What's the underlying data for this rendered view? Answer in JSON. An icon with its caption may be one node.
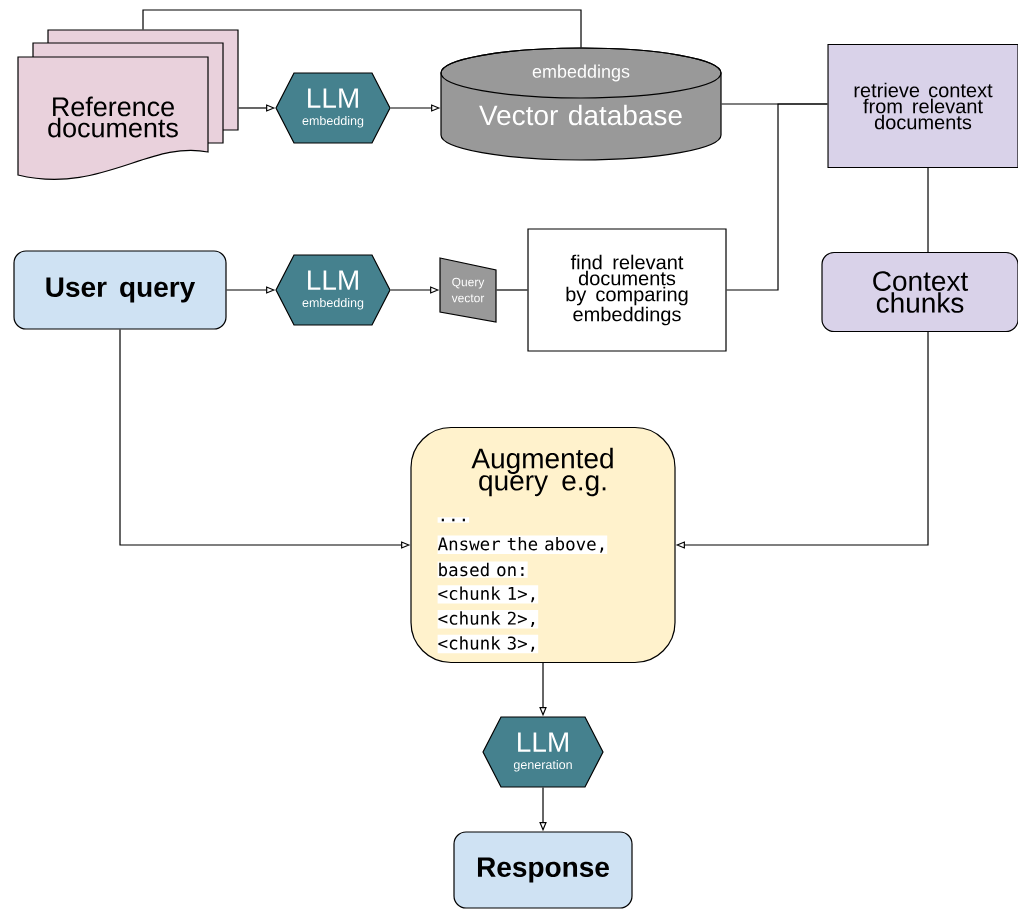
{
  "diagram": {
    "nodes": [
      {
        "text": [
          "Reference documents"
        ]
      },
      {
        "text": [
          "LLM",
          "embedding"
        ]
      },
      {
        "text": [
          "embeddings",
          "Vector database"
        ]
      },
      {
        "text": [
          "retrieve context from relevant documents"
        ]
      },
      {
        "text": [
          "User query"
        ]
      },
      {
        "text": [
          "LLM",
          "embedding"
        ]
      },
      {
        "text": [
          "Query vector"
        ]
      },
      {
        "text": [
          "find relevant documents by comparing embeddings"
        ]
      },
      {
        "text": [
          "Context chunks"
        ]
      },
      {
        "text": [
          "Augmented query e.g.",
          "...",
          "Answer the above,",
          "based on:",
          "<chunk 1>,",
          "<chunk 2>,",
          "<chunk 3>,"
        ]
      },
      {
        "text": [
          "LLM",
          "generation"
        ]
      },
      {
        "text": [
          "Response"
        ]
      }
    ],
    "edges": [
      {
        "from": 0,
        "to": 1,
        "arrow": "to"
      },
      {
        "from": 1,
        "to": 2,
        "arrow": "to"
      },
      {
        "from": 0,
        "to": 2,
        "arrow": "none"
      },
      {
        "from": 2,
        "to": 3,
        "arrow": "none"
      },
      {
        "from": 4,
        "to": 5,
        "arrow": "to"
      },
      {
        "from": 5,
        "to": 6,
        "arrow": "to"
      },
      {
        "from": 6,
        "to": 7,
        "arrow": "none"
      },
      {
        "from": 7,
        "to": 3,
        "arrow": "none"
      },
      {
        "from": 3,
        "to": 8,
        "arrow": "none"
      },
      {
        "from": 4,
        "to": 9,
        "arrow": "to"
      },
      {
        "from": 8,
        "to": 9,
        "arrow": "to"
      },
      {
        "from": 9,
        "to": 10,
        "arrow": "to"
      },
      {
        "from": 10,
        "to": 11,
        "arrow": "to"
      }
    ]
  }
}
